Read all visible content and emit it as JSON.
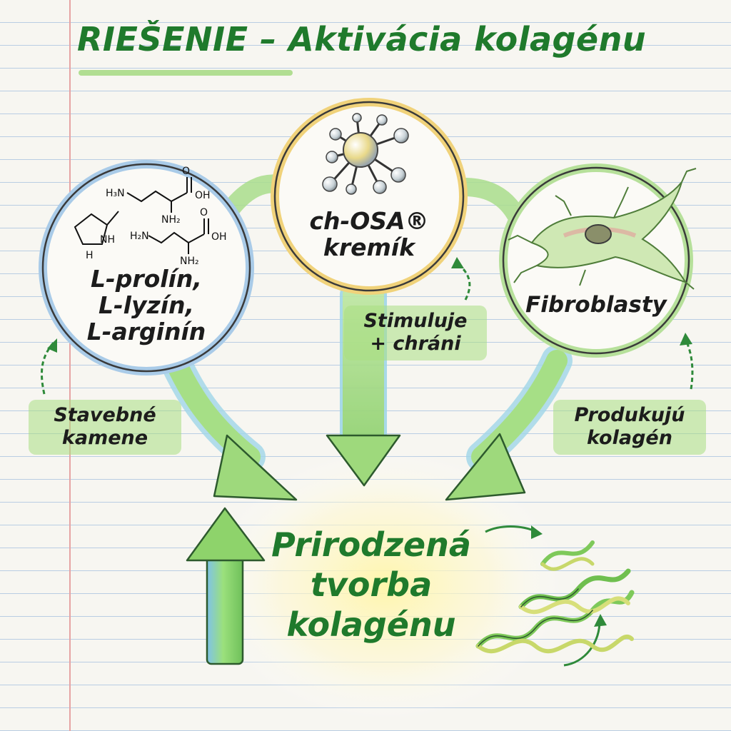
{
  "title": "RIEŠENIE – Aktivácia kolagénu",
  "nodes": {
    "amino_acids": {
      "label_lines": [
        "L-prolín,",
        "L-lyzín,",
        "L-arginín"
      ],
      "icon": "chemical-structure-icon",
      "border_color": "#a9cbe8"
    },
    "silicon": {
      "label_lines": [
        "ch-OSA®",
        "kremík"
      ],
      "icon": "molecule-icon",
      "border_color": "#f0d27a"
    },
    "fibroblasts": {
      "label_lines": [
        "Fibroblasty"
      ],
      "icon": "fibroblast-cell-icon",
      "border_color": "#b6e09a"
    }
  },
  "step_labels": {
    "building_blocks": [
      "Stavebné",
      "kamene"
    ],
    "stimulates": [
      "Stimuluje",
      "+ chráni"
    ],
    "produce": [
      "Produkujú",
      "kolagén"
    ]
  },
  "result": {
    "label_lines": [
      "Prirodzená",
      "tvorba",
      "kolagénu"
    ],
    "icon": "collagen-helix-icon"
  },
  "colors": {
    "accent_green": "#1f7a2c",
    "arrow_green": "#9fdc7f",
    "arrow_blue": "#8fc3e6",
    "highlight_yellow": "#fff3b0"
  }
}
